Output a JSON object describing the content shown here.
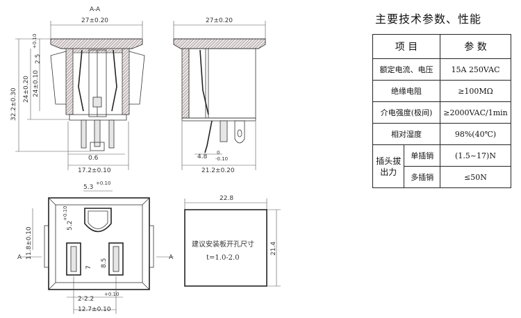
{
  "drawing": {
    "section_label": "A-A",
    "dims": {
      "width_27_left": "27±0.20",
      "width_27_right": "27±0.20",
      "h_32": "32.2±0.30",
      "h_24_20": "24±0.20",
      "h_24_10": "24±0.10",
      "h_2_5": "2.5",
      "pin_0_6": "0.6",
      "w_17_2": "17.2±0.10",
      "w_21_2": "21.2±0.20",
      "w_4_8": "4.8",
      "w_5_3": "5.3",
      "h_5_2": "5.2",
      "h_11_8": "11.8±0.10",
      "h_7": "7",
      "h_8_5": "8.5",
      "w_2_2": "2-2.2",
      "w_12_7": "12.7±0.10",
      "cut_w": "22.8",
      "cut_h": "21.4"
    },
    "tolerances": {
      "tol_pos_0_10": "+0.10",
      "tol_neg_0_10": "-0.10",
      "tol_zero": "0"
    },
    "section_marks": {
      "left": "A",
      "right": "A"
    },
    "cutout_note_line1": "建议安装板开孔尺寸",
    "cutout_note_line2": "t=1.0-2.0"
  },
  "spec": {
    "title": "主要技术参数、性能",
    "header": {
      "item": "项 目",
      "param": "参 数"
    },
    "rows": [
      {
        "item": "额定电流、电压",
        "value": "15A 250VAC"
      },
      {
        "item": "绝缘电阻",
        "value": "≥100MΩ"
      },
      {
        "item": "介电强度(极间)",
        "value": "≥2000VAC/1min"
      },
      {
        "item": "相对湿度",
        "value": "98%(40℃)"
      }
    ],
    "group": {
      "label": "插头拔出力",
      "sub": [
        {
          "item": "单插销",
          "value": "(1.5~17)N"
        },
        {
          "item": "多插销",
          "value": "≤50N"
        }
      ]
    }
  }
}
